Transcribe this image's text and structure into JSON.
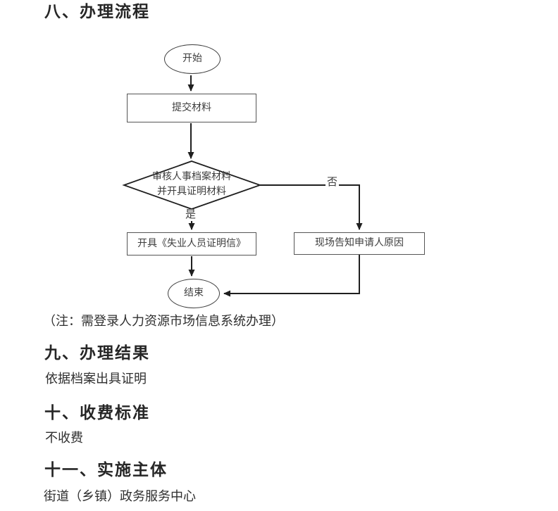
{
  "document": {
    "process": {
      "heading": "八、办理流程",
      "note": "（注：需登录人力资源市场信息系统办理）"
    },
    "result": {
      "heading": "九、办理结果",
      "body": "依据档案出具证明"
    },
    "fee": {
      "heading": "十、收费标准",
      "body": "不收费"
    },
    "implementer": {
      "heading": "十一、实施主体",
      "body": "街道（乡镇）政务服务中心"
    }
  },
  "flowchart": {
    "start_label": "开始",
    "submit_label": "提交材料",
    "decision_line1": "审核人事档案材料",
    "decision_line2": "并开具证明材料",
    "yes_label": "是",
    "no_label": "否",
    "issue_label": "开具《失业人员证明信》",
    "inform_label": "现场告知申请人原因",
    "end_label": "结束"
  },
  "colors": {
    "background": "#ffffff",
    "line": "#1f1f1f",
    "node_border": "#4d4d4d",
    "text": "#2f2f2f"
  }
}
